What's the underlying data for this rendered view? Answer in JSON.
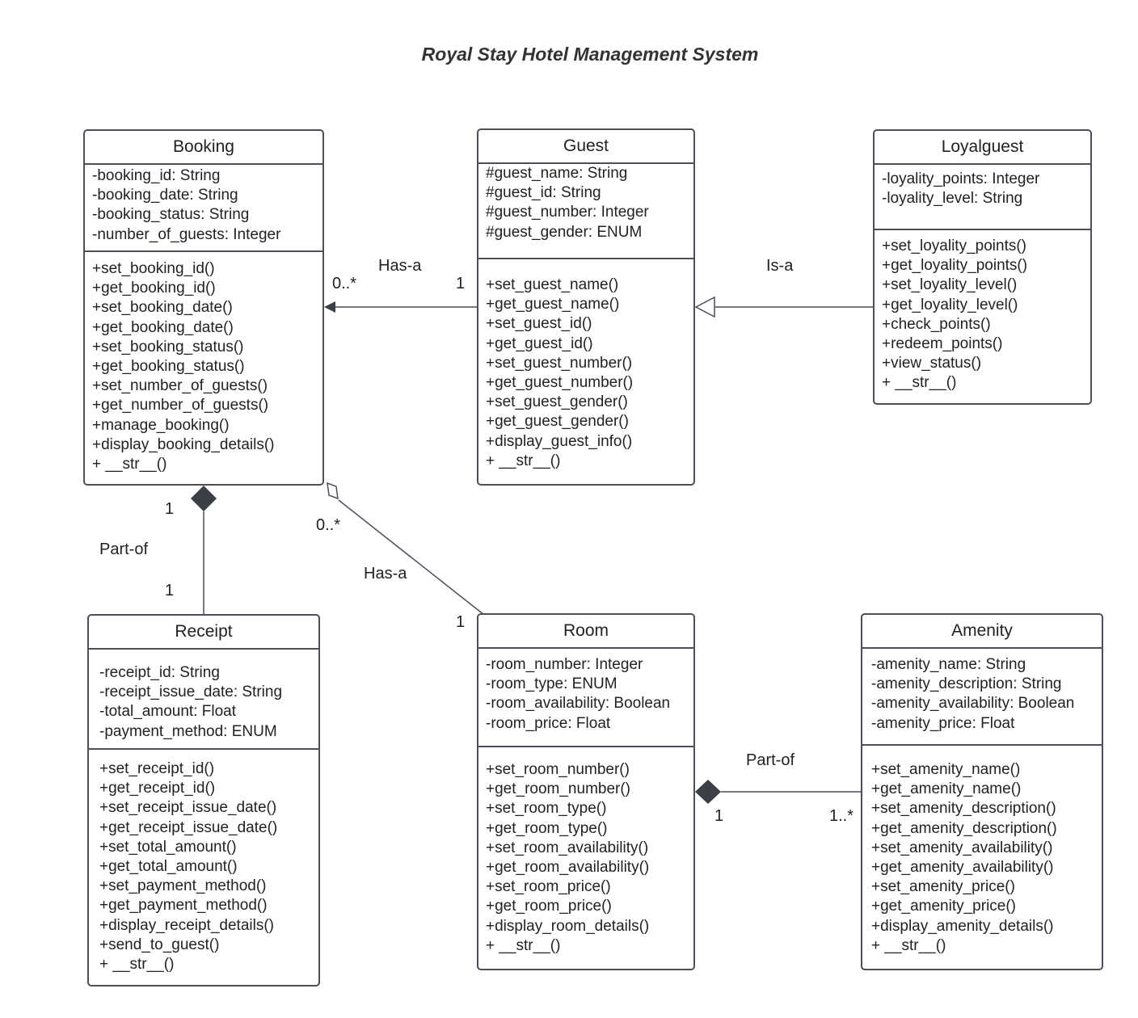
{
  "title": "Royal Stay Hotel Management System",
  "classes": {
    "booking": {
      "name": "Booking",
      "attributes": [
        "-booking_id: String",
        "-booking_date: String",
        "-booking_status: String",
        "-number_of_guests: Integer"
      ],
      "methods": [
        "+set_booking_id()",
        "+get_booking_id()",
        "+set_booking_date()",
        "+get_booking_date()",
        "+set_booking_status()",
        "+get_booking_status()",
        "+set_number_of_guests()",
        "+get_number_of_guests()",
        "+manage_booking()",
        "+display_booking_details()",
        "+ __str__()"
      ]
    },
    "guest": {
      "name": "Guest",
      "attributes": [
        "#guest_name: String",
        "#guest_id: String",
        "#guest_number: Integer",
        "#guest_gender: ENUM"
      ],
      "methods": [
        "+set_guest_name()",
        "+get_guest_name()",
        "+set_guest_id()",
        "+get_guest_id()",
        "+set_guest_number()",
        "+get_guest_number()",
        "+set_guest_gender()",
        "+get_guest_gender()",
        "+display_guest_info()",
        "+ __str__()"
      ]
    },
    "loyalguest": {
      "name": "Loyalguest",
      "attributes": [
        "-loyality_points: Integer",
        "-loyality_level: String"
      ],
      "methods": [
        "+set_loyality_points()",
        "+get_loyality_points()",
        "+set_loyality_level()",
        "+get_loyality_level()",
        "+check_points()",
        "+redeem_points()",
        "+view_status()",
        "+ __str__()"
      ]
    },
    "receipt": {
      "name": "Receipt",
      "attributes": [
        "-receipt_id: String",
        "-receipt_issue_date: String",
        "-total_amount: Float",
        "-payment_method: ENUM"
      ],
      "methods": [
        "+set_receipt_id()",
        "+get_receipt_id()",
        "+set_receipt_issue_date()",
        "+get_receipt_issue_date()",
        "+set_total_amount()",
        "+get_total_amount()",
        "+set_payment_method()",
        "+get_payment_method()",
        "+display_receipt_details()",
        "+send_to_guest()",
        "+ __str__()"
      ]
    },
    "room": {
      "name": "Room",
      "attributes": [
        "-room_number: Integer",
        "-room_type: ENUM",
        "-room_availability: Boolean",
        "-room_price: Float"
      ],
      "methods": [
        "+set_room_number()",
        "+get_room_number()",
        "+set_room_type()",
        "+get_room_type()",
        "+set_room_availability()",
        "+get_room_availability()",
        "+set_room_price()",
        "+get_room_price()",
        "+display_room_details()",
        "+ __str__()"
      ]
    },
    "amenity": {
      "name": "Amenity",
      "attributes": [
        "-amenity_name: String",
        "-amenity_description: String",
        "-amenity_availability: Boolean",
        "-amenity_price: Float"
      ],
      "methods": [
        "+set_amenity_name()",
        "+get_amenity_name()",
        "+set_amenity_description()",
        "+get_amenity_description()",
        "+set_amenity_availability()",
        "+get_amenity_availability()",
        "+set_amenity_price()",
        "+get_amenity_price()",
        "+display_amenity_details()",
        "+ __str__()"
      ]
    }
  },
  "relations": {
    "guest_booking": {
      "label": "Has-a",
      "booking_mult": "0..*",
      "guest_mult": "1"
    },
    "loyal_guest": {
      "label": "Is-a"
    },
    "booking_receipt": {
      "label": "Part-of",
      "booking_mult": "1",
      "receipt_mult": "1"
    },
    "booking_room": {
      "label": "Has-a",
      "booking_mult": "0..*",
      "room_mult": "1"
    },
    "room_amenity": {
      "label": "Part-of",
      "room_mult": "1",
      "amenity_mult": "1..*"
    }
  },
  "colors": {
    "stroke": "#4a4f5a",
    "text": "#222222"
  }
}
